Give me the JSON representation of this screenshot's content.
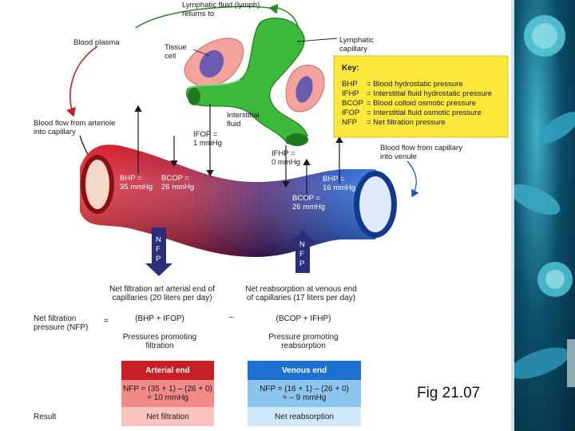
{
  "labels": {
    "lymph_returns": [
      "Lymphatic fluid (lymph)",
      "returns to"
    ],
    "blood_plasma": "Blood plasma",
    "tissue_cell": [
      "Tissue",
      "cell"
    ],
    "lymphatic_capillary": [
      "Lymphatic",
      "capillary"
    ],
    "interstitial_fluid": [
      "Interstitial",
      "fluid"
    ],
    "flow_arteriole": [
      "Blood flow from arteriole",
      "into capillary"
    ],
    "flow_venule": [
      "Blood flow from capillary",
      "into venule"
    ],
    "ifop": [
      "IFOP =",
      "1 mmHg"
    ],
    "ifhp": [
      "IFHP =",
      "0 mmHg"
    ],
    "bhp_art": [
      "BHP =",
      "35 mmHg"
    ],
    "bcop_art": [
      "BCOP =",
      "26 mmHg"
    ],
    "bhp_ven": [
      "BHP =",
      "16 mmHg"
    ],
    "bcop_ven": [
      "BCOP =",
      "26 mmHg"
    ],
    "nfp_letters": [
      "N",
      "F",
      "P"
    ]
  },
  "key": {
    "title": "Key:",
    "items": [
      {
        "abbr": "BHP",
        "def": "= Blood hydrostatic pressure"
      },
      {
        "abbr": "IFHP",
        "def": "= Interstitial fluid hydrostatic pressure"
      },
      {
        "abbr": "BCOP",
        "def": "= Blood colloid osmotic pressure"
      },
      {
        "abbr": "IFOP",
        "def": "= Interstitial fluid osmotic pressure"
      },
      {
        "abbr": "NFP",
        "def": "= Net filtration pressure"
      }
    ]
  },
  "colors": {
    "key_bg": "#fce83a",
    "arterial": "#c62026",
    "venous": "#1f6fd1",
    "lymph_green": "#3cb83a",
    "tissue_cell": "#f3a39b",
    "nucleus": "#6a5bb0"
  },
  "summary": {
    "arterial_caption": [
      "Net filtration art arterial end of",
      "capillaries (20 liters per day)"
    ],
    "venous_caption": [
      "Net reabsorption at venous end",
      "of capillaries (17 liters per day)"
    ],
    "nfp_label": [
      "Net filtration",
      "pressure (NFP)"
    ],
    "equals": "=",
    "minus": "–",
    "promoting_filtration_expr": "(BHP + IFOP)",
    "promoting_filtration": [
      "Pressures promoting",
      "filtration"
    ],
    "promoting_reabsorption_expr": "(BCOP + IFHP)",
    "promoting_reabsorption": [
      "Pressure promoting",
      "reabsorption"
    ],
    "result_label": "Result"
  },
  "table": {
    "arterial": {
      "header": "Arterial end",
      "calc": [
        "NFP = (35 + 1) – (26 + 0)",
        "= 10 mmHg"
      ],
      "result": "Net filtration"
    },
    "venous": {
      "header": "Venous end",
      "calc": [
        "NFP = (16 + 1) – (26 + 0)",
        "= – 9 mmHg"
      ],
      "result": "Net reabsorption"
    }
  },
  "figure_label": "Fig 21.07",
  "icons": [
    "bacteria-photo",
    "arrow-icon"
  ]
}
